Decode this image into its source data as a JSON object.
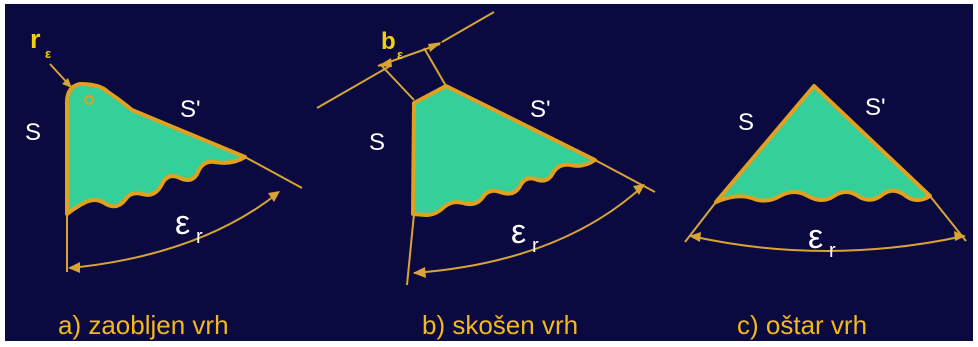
{
  "colors": {
    "background": "#0a0a40",
    "fill": "#35cf99",
    "outline": "#e1a01f",
    "line": "#d8a436",
    "label": "#ffffff",
    "caption": "#f2b81d"
  },
  "panels": [
    {
      "caption": "a) zaobljen vrh",
      "s": "S",
      "s_prime": "S'",
      "angle_main": "ε",
      "angle_sub": "r",
      "dim_main": "r",
      "dim_sub": "ε"
    },
    {
      "caption": "b) skošen vrh",
      "s": "S",
      "s_prime": "S'",
      "angle_main": "ε",
      "angle_sub": "r",
      "dim_main": "b",
      "dim_sub": "ε"
    },
    {
      "caption": "c) oštar vrh",
      "s": "S",
      "s_prime": "S'",
      "angle_main": "ε",
      "angle_sub": "r"
    }
  ]
}
